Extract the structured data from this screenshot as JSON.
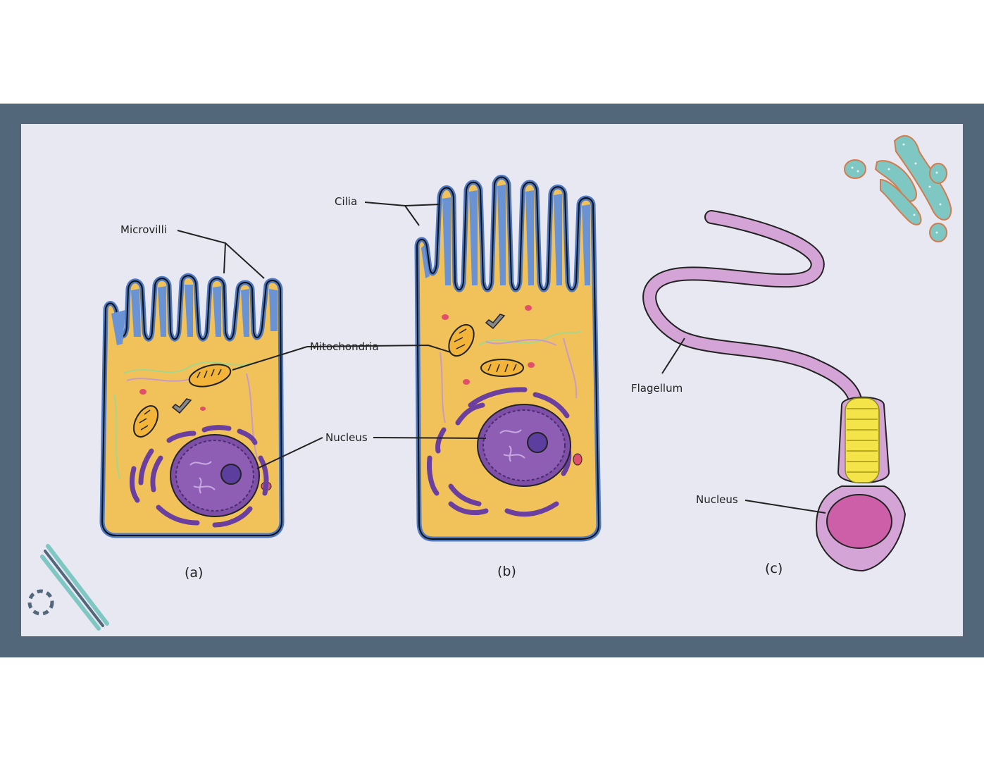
{
  "labels": {
    "microvilli": "Microvilli",
    "mitochondria": "Mitochondria",
    "nucleus_a": "Nucleus",
    "cilia": "Cilia",
    "flagellum": "Flagellum",
    "nucleus_c": "Nucleus"
  },
  "captions": {
    "a": "(a)",
    "b": "(b)",
    "c": "(c)"
  },
  "colors": {
    "frame": "#52677a",
    "panel": "#e8e8f2",
    "cytoplasm": "#f2c25a",
    "membrane": "#4d79c4",
    "nucleus": "#7e4fa6",
    "flagellum": "#d4a4d6",
    "sperm_nucleus": "#cc5fa8",
    "midpiece": "#f5e34a",
    "decor_teal": "#7ec7c2"
  },
  "icons": [
    "bacteria-cluster-icon",
    "diagonal-lines-icon",
    "dashed-circle-icon"
  ]
}
